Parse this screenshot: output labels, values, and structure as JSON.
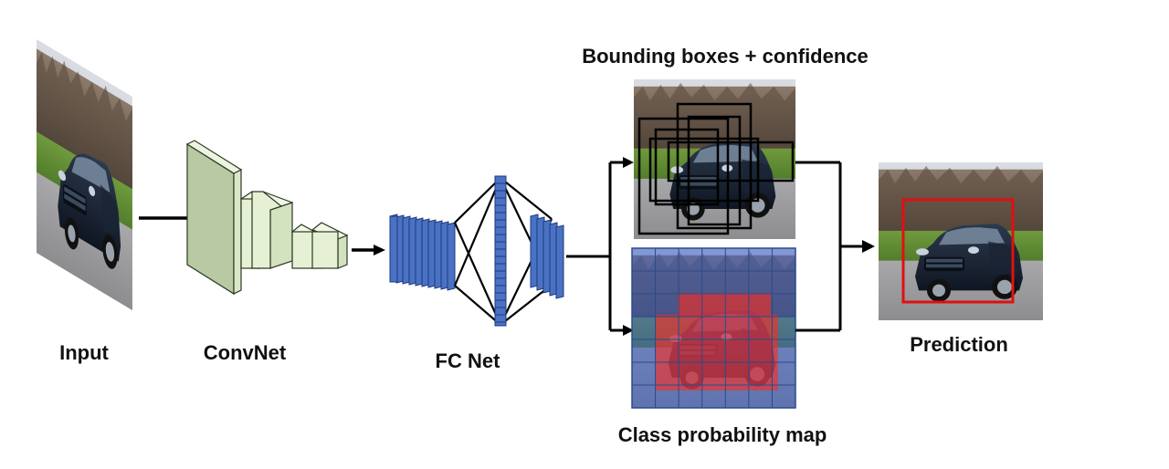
{
  "labels": {
    "input": "Input",
    "convnet": "ConvNet",
    "fcnet": "FC Net",
    "bboxes": "Bounding boxes + confidence",
    "classmap": "Class probability map",
    "prediction": "Prediction"
  },
  "images": {
    "input": "car-photo",
    "bboxes": "car-photo-with-boxes",
    "classmap": "car-photo-with-grid",
    "prediction": "car-photo-with-box"
  },
  "colors": {
    "convnet_fill": "#e6f0d4",
    "convnet_big_fill": "#b8c9a4",
    "fc_fill": "#4a72c4",
    "fc_edge": "#1f3a7a",
    "grid_line": "#2b4a8a",
    "overlay_blue": "#3a5fc8",
    "overlay_red": "#ff2a1a",
    "prediction_box": "#e01010"
  }
}
